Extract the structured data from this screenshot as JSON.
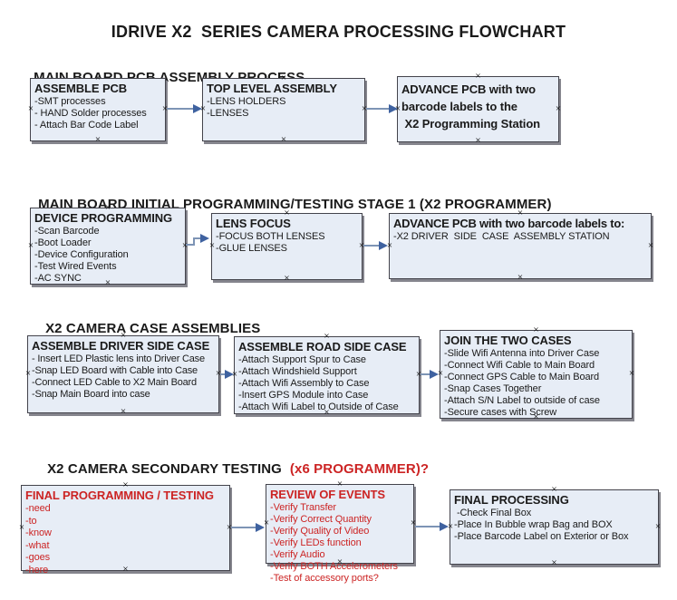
{
  "title": "IDRIVE X2  SERIES CAMERA PROCESSING FLOWCHART",
  "connection_marker": "×",
  "colors": {
    "box_fill": "#e7edf6",
    "box_border": "#43434b",
    "box_shadow": "#85858d",
    "arrow_line": "#7d94b5",
    "arrow_head": "#3f62a0",
    "accent_red": "#cc2424",
    "text": "#1a1a1a"
  },
  "sections": [
    {
      "heading": "MAIN BOARD PCB ASSEMBLY PROCESS",
      "heading_red": "",
      "boxes": [
        {
          "title": "ASSEMBLE PCB",
          "items": [
            "-SMT processes",
            "- HAND Solder processes",
            "- Attach Bar Code Label"
          ]
        },
        {
          "title": "TOP LEVEL ASSEMBLY",
          "items": [
            "-LENS HOLDERS",
            "-LENSES"
          ]
        },
        {
          "title": "ADVANCE PCB with two\nbarcode labels to the\n X2 Programming Station",
          "items": []
        }
      ]
    },
    {
      "heading": "MAIN BOARD INITIAL PROGRAMMING/TESTING STAGE 1 (X2 PROGRAMMER)",
      "heading_red": "",
      "boxes": [
        {
          "title": "DEVICE PROGRAMMING",
          "items": [
            "-Scan Barcode",
            "-Boot Loader",
            "-Device Configuration",
            "-Test Wired Events",
            "-AC SYNC"
          ]
        },
        {
          "title": "LENS FOCUS",
          "items": [
            "-FOCUS BOTH LENSES",
            "-GLUE LENSES"
          ]
        },
        {
          "title": "ADVANCE PCB with two barcode labels to:",
          "items": [
            "-X2 DRIVER  SIDE  CASE  ASSEMBLY STATION"
          ]
        }
      ]
    },
    {
      "heading": "X2 CAMERA CASE ASSEMBLIES",
      "heading_red": "",
      "boxes": [
        {
          "title": "ASSEMBLE DRIVER SIDE CASE",
          "items": [
            "- Insert LED Plastic lens into Driver Case",
            "-Snap LED Board with Cable into Case",
            "-Connect LED Cable to X2 Main Board",
            "-Snap Main Board into case"
          ]
        },
        {
          "title": "ASSEMBLE ROAD SIDE CASE",
          "items": [
            "-Attach Support Spur to Case",
            "-Attach Windshield Support",
            "-Attach Wifi Assembly to Case",
            "-Insert GPS Module into Case",
            "-Attach Wifi Label to Outside of Case"
          ]
        },
        {
          "title": "JOIN THE TWO CASES",
          "items": [
            "-Slide Wifi Antenna into Driver Case",
            "-Connect Wifi Cable to Main Board",
            "-Connect GPS Cable to Main Board",
            "-Snap Cases Together",
            "-Attach S/N Label to outside of case",
            "-Secure cases with Screw"
          ]
        }
      ]
    },
    {
      "heading": "X2 CAMERA SECONDARY TESTING",
      "heading_red": "(x6 PROGRAMMER)?",
      "boxes": [
        {
          "title": "FINAL PROGRAMMING / TESTING",
          "items": [
            "-need",
            "-to",
            "-know",
            "-what",
            "-goes",
            "-here"
          ]
        },
        {
          "title": "REVIEW OF EVENTS",
          "items": [
            "-Verify Transfer",
            "-Verify Correct Quantity",
            "-Verify Quality of Video",
            "-Verify LEDs function",
            "-Verify Audio",
            "-Verify BOTH Accelerometers",
            "-Test of accessory ports?"
          ]
        },
        {
          "title": "FINAL PROCESSING",
          "items": [
            " -Check Final Box",
            "-Place In Bubble wrap Bag and BOX",
            "-Place Barcode Label on Exterior or Box"
          ]
        }
      ]
    }
  ]
}
